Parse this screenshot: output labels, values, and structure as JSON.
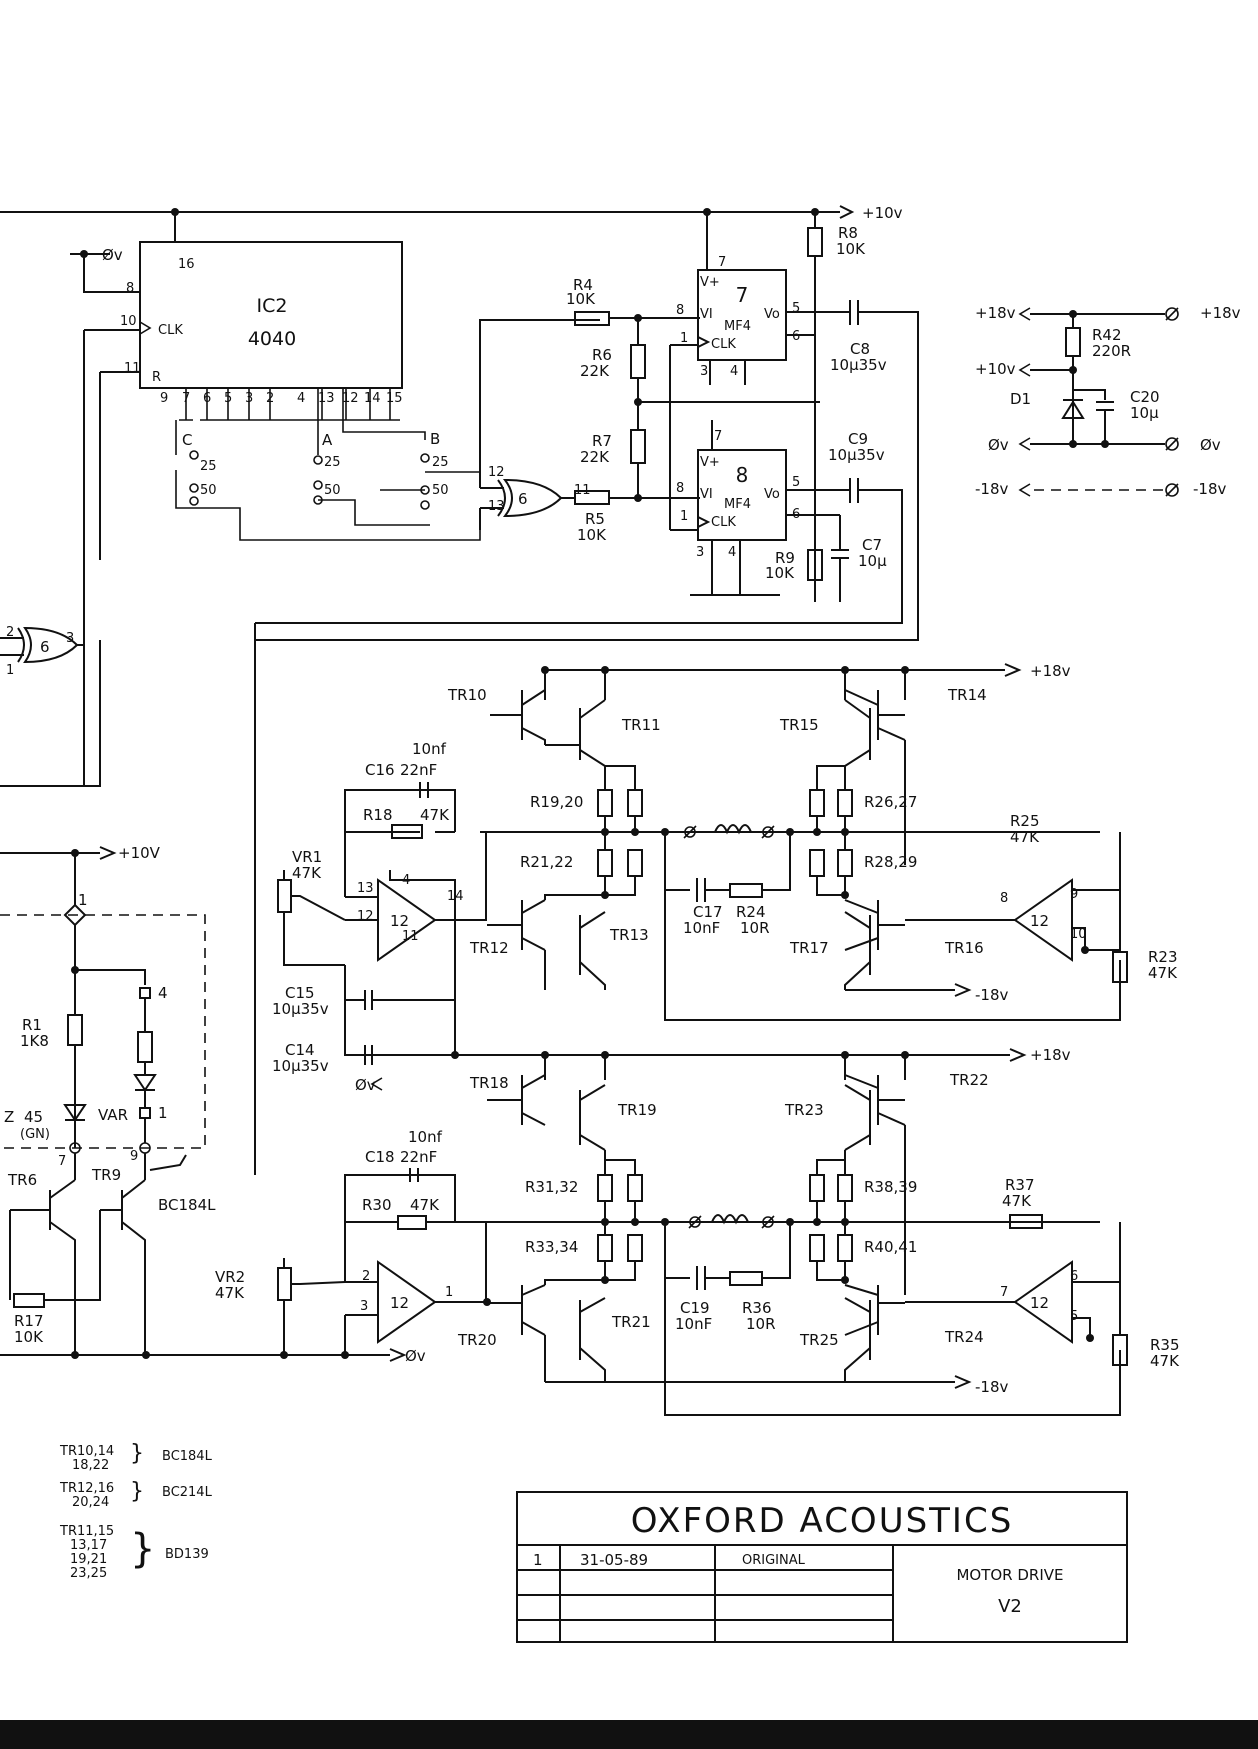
{
  "ic2": {
    "ref": "IC2",
    "part": "4040",
    "pin16": "16",
    "pin8": "8",
    "pin10": "10",
    "clk": "CLK",
    "pin11": "11",
    "r": "R",
    "outs": [
      "9",
      "7",
      "6",
      "5",
      "3",
      "2",
      "4",
      "13",
      "12",
      "14",
      "15"
    ]
  },
  "ground0v": "Øv",
  "rail_plus10": "+10v",
  "rail_plus10b": "+10V",
  "rail_plus18": "+18v",
  "rail_minus18": "-18v",
  "selector": {
    "c": "C",
    "a": "A",
    "b": "B",
    "p25": "25",
    "p50": "50"
  },
  "xor6": {
    "num": "6",
    "in1": "12",
    "in2": "13",
    "out": "11"
  },
  "xor6b": {
    "num": "6",
    "in1": "2",
    "in2": "1",
    "out": "3"
  },
  "r4": {
    "ref": "R4",
    "val": "10K"
  },
  "r5": {
    "ref": "R5",
    "val": "10K"
  },
  "r6": {
    "ref": "R6",
    "val": "22K"
  },
  "r7": {
    "ref": "R7",
    "val": "22K"
  },
  "r8": {
    "ref": "R8",
    "val": "10K"
  },
  "r9": {
    "ref": "R9",
    "val": "10K"
  },
  "mf4a": {
    "num": "7",
    "type": "MF4",
    "vplus": "V+",
    "vi": "VI",
    "clk": "CLK",
    "vo": "Vo",
    "p8": "8",
    "p1": "1",
    "p3": "3",
    "p4": "4",
    "p5": "5",
    "p6": "6",
    "p7": "7"
  },
  "mf4b": {
    "num": "8",
    "type": "MF4",
    "vplus": "V+",
    "vi": "VI",
    "clk": "CLK",
    "vo": "Vo",
    "p8": "8",
    "p1": "1",
    "p3": "3",
    "p4": "4",
    "p5": "5",
    "p6": "6",
    "p7": "7"
  },
  "c8": {
    "ref": "C8",
    "val": "10µ35v"
  },
  "c9": {
    "ref": "C9",
    "val": "10µ35v"
  },
  "c7": {
    "ref": "C7",
    "val": "10µ"
  },
  "psu": {
    "plus18_in": "+18v",
    "plus18_out": "+18v",
    "plus10": "+10v",
    "r42": "R42",
    "r42_val": "220R",
    "d1": "D1",
    "c20": "C20",
    "c20_val": "10µ",
    "zero_in": "Øv",
    "zero_out": "Øv",
    "minus18_in": "-18v",
    "minus18_out": "-18v"
  },
  "amp1": {
    "tr10": "TR10",
    "tr11": "TR11",
    "tr12": "TR12",
    "tr13": "TR13",
    "tr14": "TR14",
    "tr15": "TR15",
    "tr16": "TR16",
    "tr17": "TR17",
    "c16": "C16",
    "c16_val": "10nf",
    "c16_val2": "22nF",
    "r18": "R18",
    "r18_val": "47K",
    "vr1": "VR1",
    "vr1_val": "47K",
    "r19_20": "R19,20",
    "r21_22": "R21,22",
    "r26_27": "R26,27",
    "r28_29": "R28,29",
    "r25": "R25",
    "r25_val": "47K",
    "c17": "C17",
    "c17_val": "10nF",
    "r24": "R24",
    "r24_val": "10R",
    "r23": "R23",
    "r23_val": "47K",
    "op_pins": {
      "p13": "13",
      "p12": "12",
      "p4": "4",
      "p11": "11",
      "p14": "14",
      "num": "12"
    },
    "op2_pins": {
      "p9": "9",
      "p10": "10",
      "p8": "8",
      "num": "12"
    },
    "c15": "C15",
    "c15_val": "10µ35v",
    "c14": "C14",
    "c14_val": "10µ35v"
  },
  "amp2": {
    "tr18": "TR18",
    "tr19": "TR19",
    "tr20": "TR20",
    "tr21": "TR21",
    "tr22": "TR22",
    "tr23": "TR23",
    "tr24": "TR24",
    "tr25": "TR25",
    "c18": "C18",
    "c18_val": "10nf",
    "c18_val2": "22nF",
    "r30": "R30",
    "r30_val": "47K",
    "vr2": "VR2",
    "vr2_val": "47K",
    "r31_32": "R31,32",
    "r33_34": "R33,34",
    "r38_39": "R38,39",
    "r40_41": "R40,41",
    "r37": "R37",
    "r37_val": "47K",
    "c19": "C19",
    "c19_val": "10nF",
    "r36": "R36",
    "r36_val": "10R",
    "r35": "R35",
    "r35_val": "47K",
    "op_pins": {
      "p2": "2",
      "p3": "3",
      "p1": "1",
      "num": "12"
    },
    "op2_pins": {
      "p6": "6",
      "p5": "5",
      "p7": "7",
      "num": "12"
    }
  },
  "led": {
    "r1": "R1",
    "r1_val": "1K8",
    "zval": "45",
    "gn": "(GN)",
    "var": "VAR",
    "p1": "1",
    "p4": "4",
    "p7": "7",
    "p9": "9",
    "tr6": "TR6",
    "tr9": "TR9",
    "bc": "BC184L",
    "r17": "R17",
    "r17_val": "10K",
    "z": "Z"
  },
  "legend": [
    {
      "refs1": "TR10,14",
      "refs2": "18,22",
      "refs3": "",
      "refs4": "",
      "part": "BC184L"
    },
    {
      "refs1": "TR12,16",
      "refs2": "20,24",
      "refs3": "",
      "refs4": "",
      "part": "BC214L"
    },
    {
      "refs1": "TR11,15",
      "refs2": "13,17",
      "refs3": "19,21",
      "refs4": "23,25",
      "part": "BD139"
    }
  ],
  "title_block": {
    "company": "OXFORD ACOUSTICS",
    "rev": "1",
    "date": "31-05-89",
    "note": "ORIGINAL",
    "title": "MOTOR DRIVE",
    "version": "V2"
  }
}
